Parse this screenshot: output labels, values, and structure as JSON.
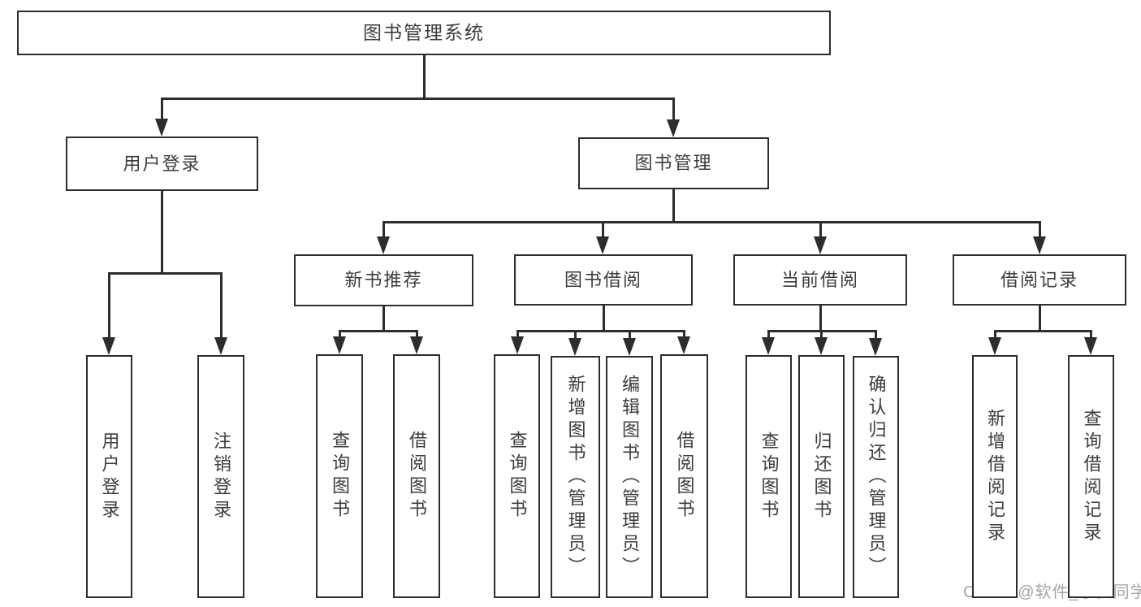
{
  "colors": {
    "line": "#2d2d2d",
    "text": "#3c3c3c",
    "background": "#ffffff",
    "watermark": "#a4a4aa"
  },
  "diagram": {
    "title": "图书管理系统",
    "nodes": {
      "root": {
        "label": "图书管理系统",
        "parent": null
      },
      "user-login": {
        "label": "用户登录",
        "parent": "root"
      },
      "book-mgmt": {
        "label": "图书管理",
        "parent": "root"
      },
      "new-book-rec": {
        "label": "新书推荐",
        "parent": "book-mgmt"
      },
      "book-borrow": {
        "label": "图书借阅",
        "parent": "book-mgmt"
      },
      "current-borrow": {
        "label": "当前借阅",
        "parent": "book-mgmt"
      },
      "borrow-records": {
        "label": "借阅记录",
        "parent": "book-mgmt"
      },
      "leaf-user-login": {
        "label": "用户登录",
        "parent": "user-login"
      },
      "leaf-logout": {
        "label": "注销登录",
        "parent": "user-login"
      },
      "leaf-nbr-query": {
        "label": "查询图书",
        "parent": "new-book-rec"
      },
      "leaf-nbr-borrow": {
        "label": "借阅图书",
        "parent": "new-book-rec"
      },
      "leaf-bb-query": {
        "label": "查询图书",
        "parent": "book-borrow"
      },
      "leaf-bb-add": {
        "label": "新增图书（管理员）",
        "parent": "book-borrow"
      },
      "leaf-bb-edit": {
        "label": "编辑图书（管理员）",
        "parent": "book-borrow"
      },
      "leaf-bb-borrow": {
        "label": "借阅图书",
        "parent": "book-borrow"
      },
      "leaf-cb-query": {
        "label": "查询图书",
        "parent": "current-borrow"
      },
      "leaf-cb-return": {
        "label": "归还图书",
        "parent": "current-borrow"
      },
      "leaf-cb-confirm": {
        "label": "确认归还（管理员）",
        "parent": "current-borrow"
      },
      "leaf-br-add": {
        "label": "新增借阅记录",
        "parent": "borrow-records"
      },
      "leaf-br-query": {
        "label": "查询借阅记录",
        "parent": "borrow-records"
      }
    }
  },
  "watermark": {
    "text": "CSDN @软件_小贺同学"
  }
}
